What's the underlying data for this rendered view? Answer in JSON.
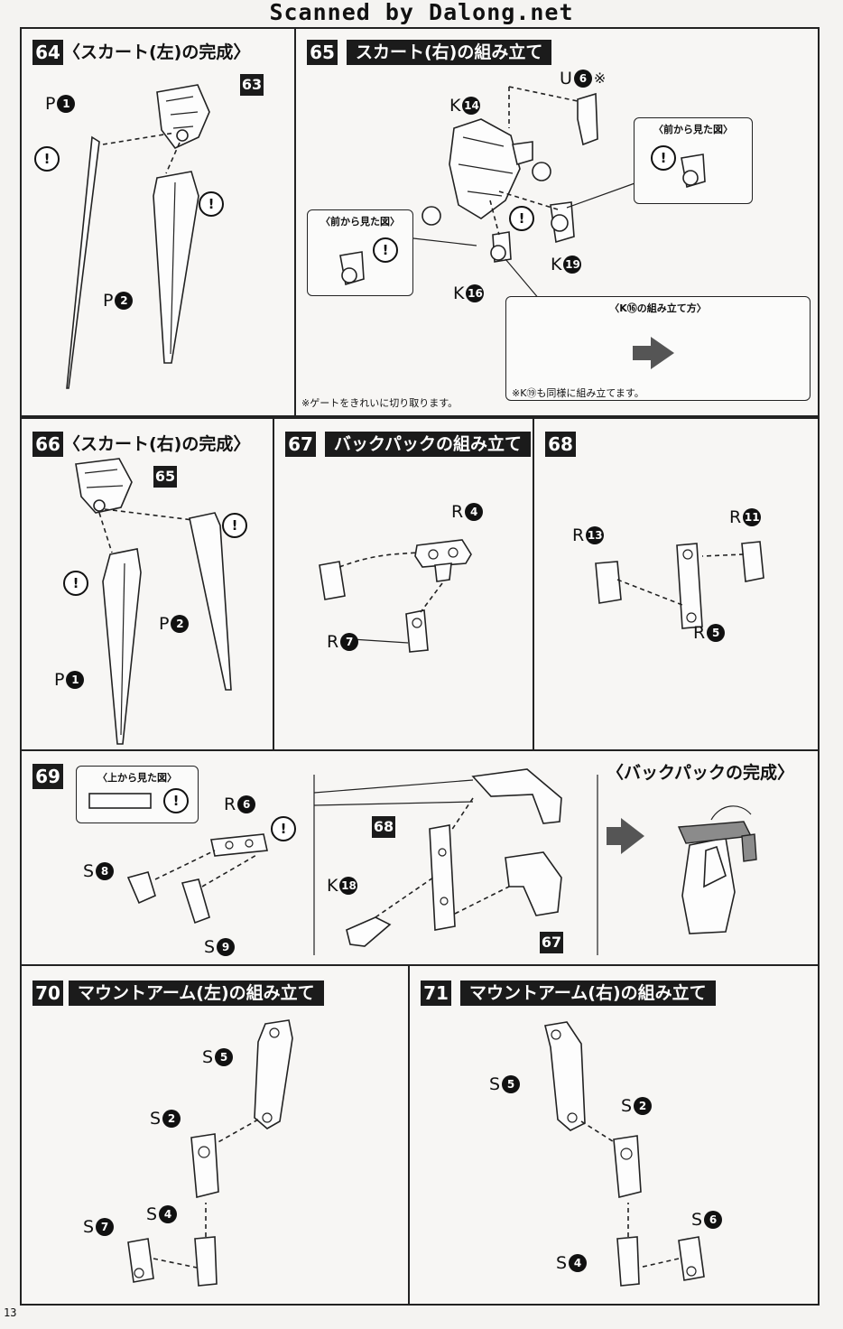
{
  "header": {
    "watermark": "Scanned by Dalong.net",
    "page_number": "13"
  },
  "steps": {
    "s64": {
      "num": "64",
      "title": "〈スカート(左)の完成〉",
      "ref": "63",
      "parts": [
        {
          "letter": "P",
          "num": "1"
        },
        {
          "letter": "P",
          "num": "2"
        }
      ]
    },
    "s65": {
      "num": "65",
      "title": "スカート(右)の組み立て",
      "parts": [
        {
          "letter": "U",
          "num": "6",
          "mark": "※"
        },
        {
          "letter": "K",
          "num": "14"
        },
        {
          "letter": "K",
          "num": "19"
        },
        {
          "letter": "K",
          "num": "16"
        }
      ],
      "inset_front_right": "〈前から見た図〉",
      "inset_front_left": "〈前から見た図〉",
      "inset_k16": "〈K⑯の組み立て方〉",
      "inset_k16_note": "※K⑲も同様に組み立てます。",
      "gate_note": "※ゲートをきれいに切り取ります。"
    },
    "s66": {
      "num": "66",
      "title": "〈スカート(右)の完成〉",
      "ref": "65",
      "parts": [
        {
          "letter": "P",
          "num": "2"
        },
        {
          "letter": "P",
          "num": "1"
        }
      ]
    },
    "s67": {
      "num": "67",
      "title": "バックパックの組み立て",
      "parts": [
        {
          "letter": "R",
          "num": "4"
        },
        {
          "letter": "R",
          "num": "7"
        }
      ]
    },
    "s68": {
      "num": "68",
      "parts": [
        {
          "letter": "R",
          "num": "11"
        },
        {
          "letter": "R",
          "num": "13"
        },
        {
          "letter": "R",
          "num": "5"
        }
      ]
    },
    "s69": {
      "num": "69",
      "inset_top": "〈上から見た図〉",
      "complete_title": "〈バックパックの完成〉",
      "ref68": "68",
      "ref67": "67",
      "parts": [
        {
          "letter": "R",
          "num": "6"
        },
        {
          "letter": "S",
          "num": "8"
        },
        {
          "letter": "S",
          "num": "9"
        },
        {
          "letter": "K",
          "num": "18"
        }
      ]
    },
    "s70": {
      "num": "70",
      "title": "マウントアーム(左)の組み立て",
      "parts": [
        {
          "letter": "S",
          "num": "5"
        },
        {
          "letter": "S",
          "num": "2"
        },
        {
          "letter": "S",
          "num": "4"
        },
        {
          "letter": "S",
          "num": "7"
        }
      ]
    },
    "s71": {
      "num": "71",
      "title": "マウントアーム(右)の組み立て",
      "parts": [
        {
          "letter": "S",
          "num": "5"
        },
        {
          "letter": "S",
          "num": "2"
        },
        {
          "letter": "S",
          "num": "6"
        },
        {
          "letter": "S",
          "num": "4"
        }
      ]
    }
  },
  "icons": {
    "caution": "!",
    "arrow": "right-arrow-icon"
  }
}
